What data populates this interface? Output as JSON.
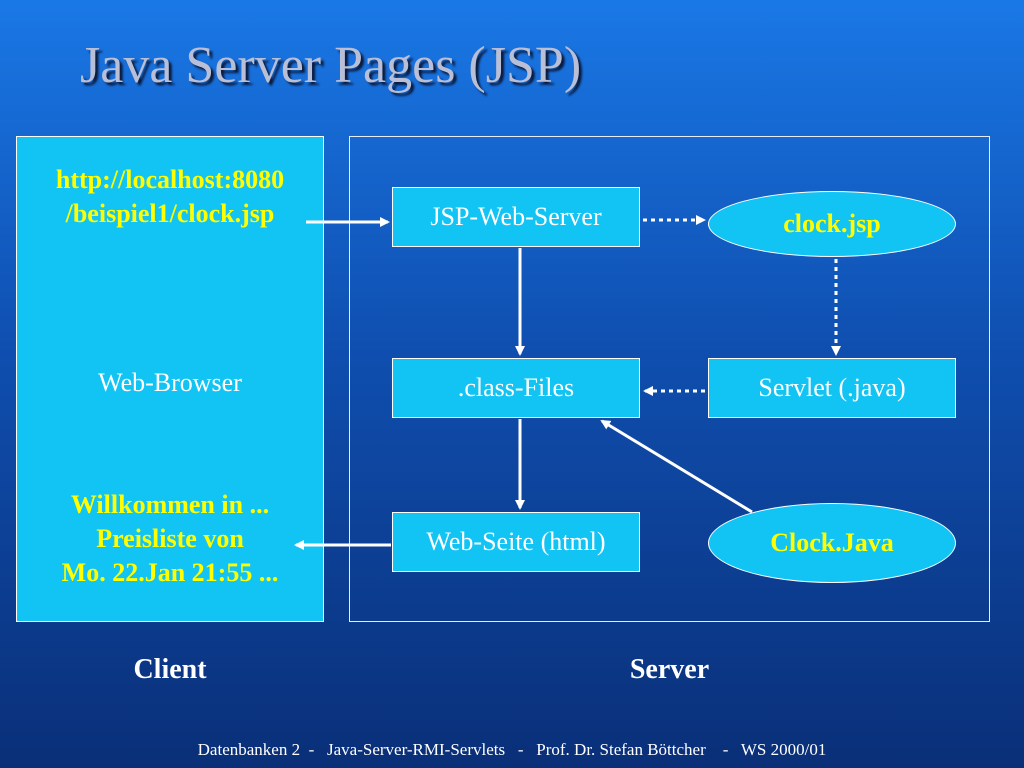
{
  "title": "Java Server Pages (JSP)",
  "client": {
    "url_line1": "http://localhost:8080",
    "url_line2": "/beispiel1/clock.jsp",
    "browser_label": "Web-Browser",
    "welcome_line1": "Willkommen in ...",
    "welcome_line2": "Preisliste von",
    "welcome_line3": "Mo. 22.Jan 21:55 ...",
    "label": "Client"
  },
  "server": {
    "label": "Server",
    "jsp_web_server": "JSP-Web-Server",
    "clock_jsp": "clock.jsp",
    "class_files": ".class-Files",
    "servlet_java": "Servlet (.java)",
    "web_seite": "Web-Seite (html)",
    "clock_java": "Clock.Java"
  },
  "footer": "Datenbanken 2  -   Java-Server-RMI-Servlets   -   Prof. Dr. Stefan Böttcher    -   WS 2000/01",
  "colors": {
    "background_top": "#1a78e6",
    "background_bottom": "#0a2f78",
    "box_fill": "#11c4f4",
    "highlight_text": "#ffff00",
    "title_text": "#b8bfd6"
  }
}
